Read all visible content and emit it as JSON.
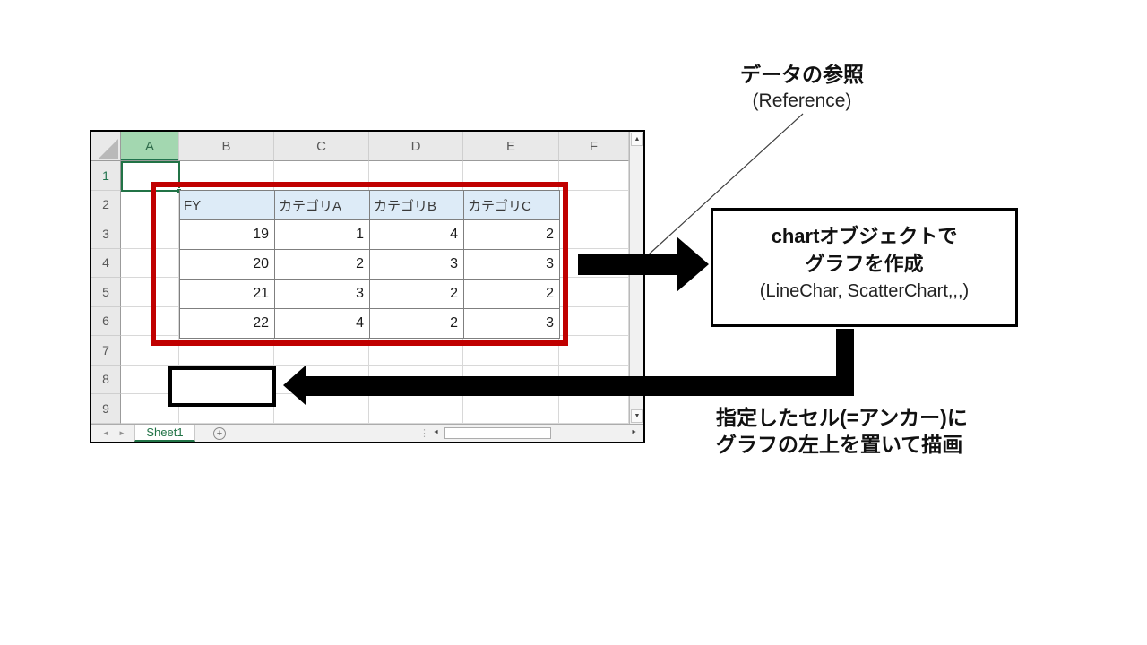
{
  "colors": {
    "accent_green": "#217346",
    "selected_header_fill": "#A3D7B0",
    "table_header_fill": "#DDEBF7",
    "range_border": "#C00000",
    "arrow": "#000000"
  },
  "sheet": {
    "tab_name": "Sheet1",
    "columns": [
      "A",
      "B",
      "C",
      "D",
      "E",
      "F"
    ],
    "rows": [
      "1",
      "2",
      "3",
      "4",
      "5",
      "6",
      "7",
      "8",
      "9"
    ],
    "table": {
      "header": [
        "FY",
        "カテゴリA",
        "カテゴリB",
        "カテゴリC"
      ],
      "rows": [
        [
          "19",
          "1",
          "4",
          "2"
        ],
        [
          "20",
          "2",
          "3",
          "3"
        ],
        [
          "21",
          "3",
          "2",
          "2"
        ],
        [
          "22",
          "4",
          "2",
          "3"
        ]
      ]
    }
  },
  "icons": {
    "scroll_up": "▲",
    "scroll_down": "▼",
    "scroll_left": "◄",
    "scroll_right": "►",
    "tab_nav_left": "◄",
    "tab_nav_right": "►",
    "add_sheet": "+",
    "tab_scroll_dots": "⋮"
  },
  "annotations": {
    "reference_title": "データの参照",
    "reference_subtitle": "(Reference)",
    "chart_box": {
      "line1": "chartオブジェクトで",
      "line2": "グラフを作成",
      "line3": "(LineChar, ScatterChart,,,)"
    },
    "anchor_note_line1": "指定したセル(=アンカー)に",
    "anchor_note_line2": "グラフの左上を置いて描画"
  }
}
